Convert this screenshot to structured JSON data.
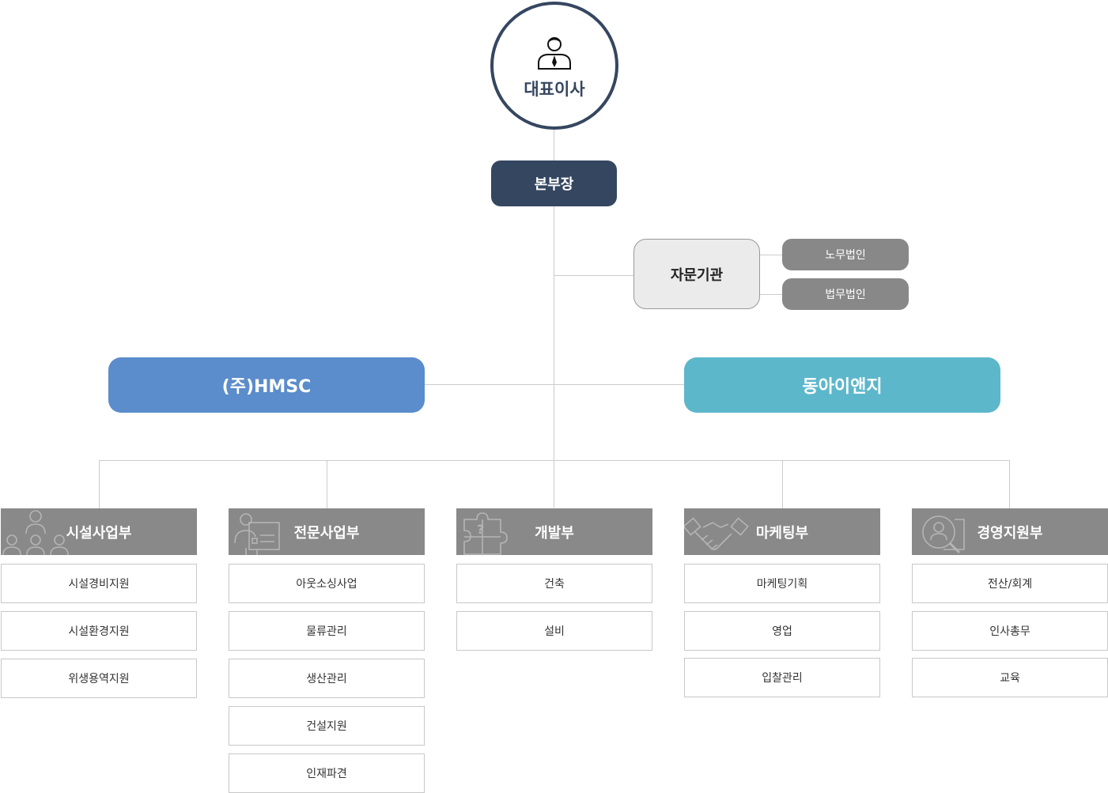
{
  "ceo": {
    "title": "대표이사",
    "icon": "person-tie-icon"
  },
  "headquarters": {
    "label": "본부장"
  },
  "advisory": {
    "label": "자문기관",
    "firms": [
      "노무법인",
      "법무법인"
    ]
  },
  "companies": {
    "left": {
      "label": "(주)HMSC",
      "color": "#5b8ccb"
    },
    "right": {
      "label": "동아이앤지",
      "color": "#5db7cb"
    }
  },
  "colors": {
    "navy": "#354660",
    "gray_header": "#898989",
    "firm_gray": "#888888",
    "connector": "#cccccc"
  },
  "departments": [
    {
      "name": "시설사업부",
      "icon": "people-group-icon",
      "items": [
        "시설경비지원",
        "시설환경지원",
        "위생용역지원"
      ]
    },
    {
      "name": "전문사업부",
      "icon": "presenter-board-icon",
      "items": [
        "아웃소싱사업",
        "물류관리",
        "생산관리",
        "건설지원",
        "인재파견"
      ]
    },
    {
      "name": "개발부",
      "icon": "puzzle-question-icon",
      "items": [
        "건축",
        "설비"
      ]
    },
    {
      "name": "마케팅부",
      "icon": "handshake-icon",
      "items": [
        "마케팅기획",
        "영업",
        "입찰관리"
      ]
    },
    {
      "name": "경영지원부",
      "icon": "profile-search-icon",
      "items": [
        "전산/회계",
        "인사총무",
        "교육"
      ]
    }
  ]
}
